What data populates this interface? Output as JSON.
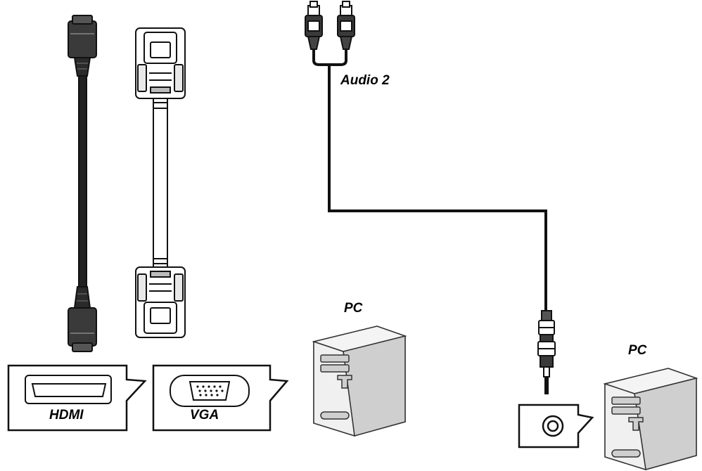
{
  "labels": {
    "audio": "Audio 2",
    "pc_left": "PC",
    "pc_right": "PC",
    "hdmi": "HDMI",
    "vga": "VGA"
  },
  "colors": {
    "line": "#1a1a1a",
    "hdmi_plug": "#3a3a3a",
    "hdmi_cable": "#222222",
    "vga_body": "#ffffff",
    "pc_face": "#f0f0f0",
    "pc_side": "#d4d4d4",
    "pc_slot": "#cfcfcf"
  },
  "icons": [
    "hdmi-cable-icon",
    "vga-cable-icon",
    "rca-audio-cable-icon",
    "pc-tower-icon",
    "hdmi-port-icon",
    "vga-port-icon",
    "audio-jack-port-icon"
  ]
}
